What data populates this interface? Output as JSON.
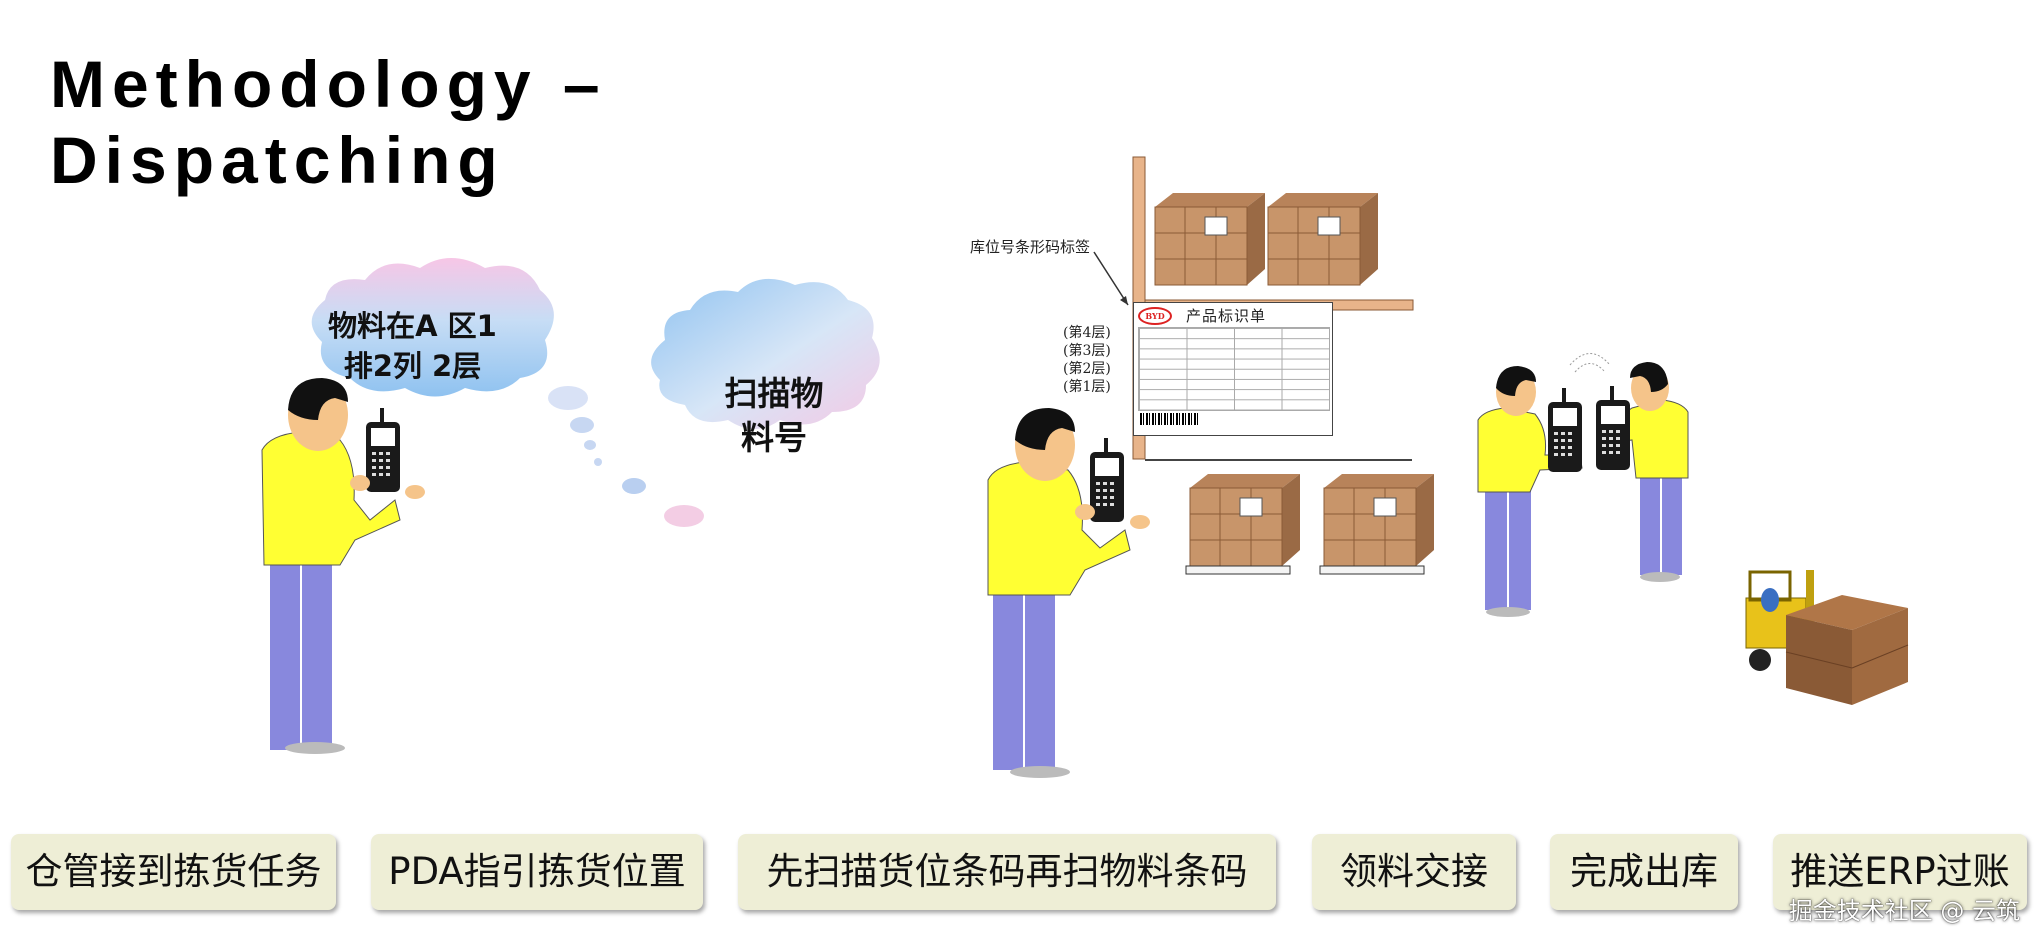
{
  "title": {
    "line1": "Methodology –",
    "line2": "Dispatching"
  },
  "clouds": {
    "location": {
      "line1": "物料在A 区1",
      "line2": "排2列 2层"
    },
    "scan": {
      "line1": "扫描物",
      "line2": "料号"
    }
  },
  "shelf": {
    "label": "库位号条形码标签",
    "layers": [
      "(第4层)",
      "(第3层)",
      "(第2层)",
      "(第1层)"
    ],
    "card_title": "产品标识单",
    "card_logo": "BYD"
  },
  "steps": [
    "仓管接到拣货任务",
    "PDA指引拣货位置",
    "先扫描货位条码再扫物料条码",
    "领料交接",
    "完成出库",
    "推送ERP过账"
  ],
  "watermark": "掘金技术社区 @ 云筑",
  "colors": {
    "shirt": "#ffff33",
    "pants": "#8888dd",
    "box": "#c8956a",
    "step_bg": "#eeeed6",
    "shelf_post": "#e8b48a"
  }
}
